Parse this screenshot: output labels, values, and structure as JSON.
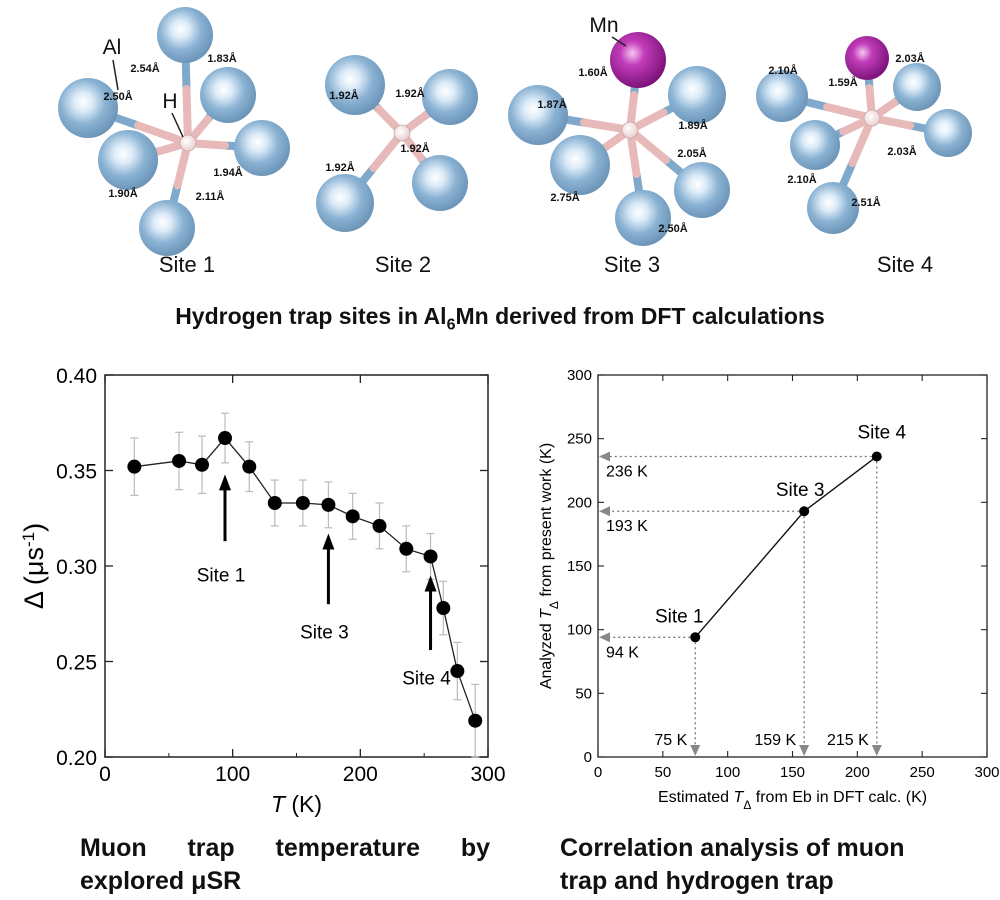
{
  "top_figure": {
    "sites": [
      {
        "label": "Site 1",
        "element_labels": [
          "Al",
          "H"
        ],
        "bond_labels": [
          "2.54Å",
          "1.83Å",
          "2.50Å",
          "1.94Å",
          "1.90Å",
          "2.11Å"
        ]
      },
      {
        "label": "Site 2",
        "element_labels": [],
        "bond_labels": [
          "1.92Å",
          "1.92Å",
          "1.92Å",
          "1.92Å"
        ]
      },
      {
        "label": "Site 3",
        "element_labels": [
          "Mn"
        ],
        "bond_labels": [
          "1.60Å",
          "1.87Å",
          "1.89Å",
          "2.05Å",
          "2.75Å",
          "2.50Å"
        ]
      },
      {
        "label": "Site 4",
        "element_labels": [],
        "bond_labels": [
          "2.10Å",
          "1.59Å",
          "2.03Å",
          "2.03Å",
          "2.10Å",
          "2.51Å"
        ]
      }
    ],
    "title_parts": [
      "Hydrogen trap sites in Al",
      "6",
      "Mn derived from DFT calculations"
    ],
    "colors": {
      "al_atom": "#7fa9cc",
      "mn_atom": "#9b1e94",
      "h_atom": "#f3e3e3",
      "bond_al": "#7fa9cc",
      "bond_h": "#e8b9b9"
    }
  },
  "captions": {
    "left_line1": [
      "Muon",
      "trap",
      "temperature",
      "by"
    ],
    "left_line2": "explored μSR",
    "right_line1": "Correlation analysis of muon",
    "right_line2": "trap and hydrogen trap"
  },
  "chart_data": [
    {
      "type": "line",
      "title": "",
      "xlabel_italic": "T",
      "xlabel_unit": " (K)",
      "ylabel_parts": [
        "Δ (μs",
        "-1",
        ")"
      ],
      "xlim": [
        0,
        300
      ],
      "ylim": [
        0.2,
        0.4
      ],
      "xticks": [
        0,
        100,
        200,
        300
      ],
      "yticks": [
        "0.20",
        "0.25",
        "0.30",
        "0.35",
        "0.40"
      ],
      "series": [
        {
          "x": [
            23,
            58,
            76,
            94,
            113,
            133,
            155,
            175,
            194,
            215,
            236,
            255,
            265,
            276,
            290
          ],
          "y": [
            0.352,
            0.355,
            0.353,
            0.367,
            0.352,
            0.333,
            0.333,
            0.332,
            0.326,
            0.321,
            0.309,
            0.305,
            0.278,
            0.245,
            0.219
          ],
          "err": [
            0.015,
            0.015,
            0.015,
            0.013,
            0.013,
            0.012,
            0.012,
            0.012,
            0.012,
            0.012,
            0.012,
            0.012,
            0.014,
            0.015,
            0.019
          ]
        }
      ],
      "annotations": [
        {
          "text": "Site 1",
          "x": 94,
          "arrow_from_y": 0.313,
          "arrow_to_y": 0.348,
          "text_y": 0.292
        },
        {
          "text": "Site 3",
          "x": 175,
          "arrow_from_y": 0.28,
          "arrow_to_y": 0.317,
          "text_y": 0.262
        },
        {
          "text": "Site 4",
          "x": 255,
          "arrow_from_y": 0.256,
          "arrow_to_y": 0.295,
          "text_y": 0.238
        }
      ],
      "grid": false
    },
    {
      "type": "scatter",
      "title": "",
      "xlabel_parts": [
        "Estimated ",
        "T",
        "Δ",
        " from Eb in DFT calc. (K)"
      ],
      "ylabel_parts": [
        "Analyzed ",
        "T",
        "Δ",
        " from present work (K)"
      ],
      "xlim": [
        0,
        300
      ],
      "ylim": [
        0,
        300
      ],
      "xticks": [
        0,
        50,
        100,
        150,
        200,
        250,
        300
      ],
      "yticks": [
        0,
        50,
        100,
        150,
        200,
        250,
        300
      ],
      "points": [
        {
          "label": "Site 1",
          "x": 75,
          "y": 94,
          "xtext": "75 K",
          "ytext": "94 K"
        },
        {
          "label": "Site 3",
          "x": 159,
          "y": 193,
          "xtext": "159 K",
          "ytext": "193 K"
        },
        {
          "label": "Site 4",
          "x": 215,
          "y": 236,
          "xtext": "215 K",
          "ytext": "236 K"
        }
      ],
      "colors": {
        "guide": "#777777",
        "arrow": "#888888"
      },
      "grid": false
    }
  ]
}
